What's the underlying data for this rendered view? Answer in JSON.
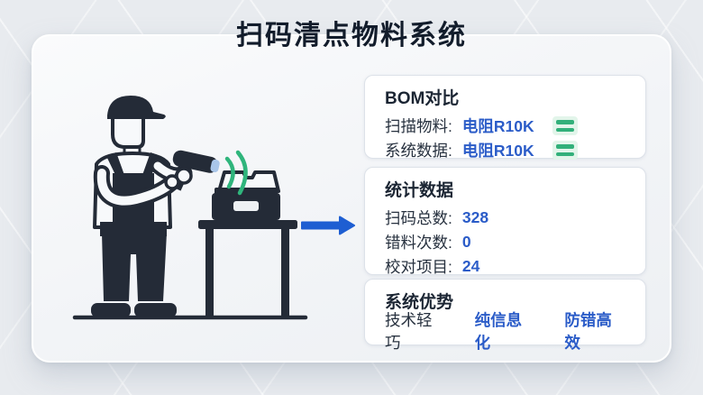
{
  "page": {
    "title": "扫码清点物料系统"
  },
  "colors": {
    "accent_blue": "#2b5cc8",
    "arrow_blue": "#1e5ed2",
    "success_green": "#32b07a",
    "dark_navy": "#242b37",
    "card_background": "#f5f7f9",
    "page_background": "#e8ebef"
  },
  "illustration": {
    "name": "worker-scanning-parts-box"
  },
  "panels": {
    "bom": {
      "title": "BOM对比",
      "rows": [
        {
          "label": "扫描物料:",
          "value": "电阻R10K",
          "icon": "equals-icon"
        },
        {
          "label": "系统数据:",
          "value": "电阻R10K",
          "icon": "equals-icon"
        }
      ]
    },
    "stats": {
      "title": "统计数据",
      "rows": [
        {
          "label": "扫码总数:",
          "value": "328"
        },
        {
          "label": "错料次数:",
          "value": "0"
        },
        {
          "label": "校对项目:",
          "value": "24"
        }
      ]
    },
    "advantages": {
      "title": "系统优势",
      "items": [
        {
          "text": "技术轻巧",
          "highlight": false
        },
        {
          "text": "纯信息化",
          "highlight": true
        },
        {
          "text": "防错高效",
          "highlight": true
        }
      ]
    }
  }
}
